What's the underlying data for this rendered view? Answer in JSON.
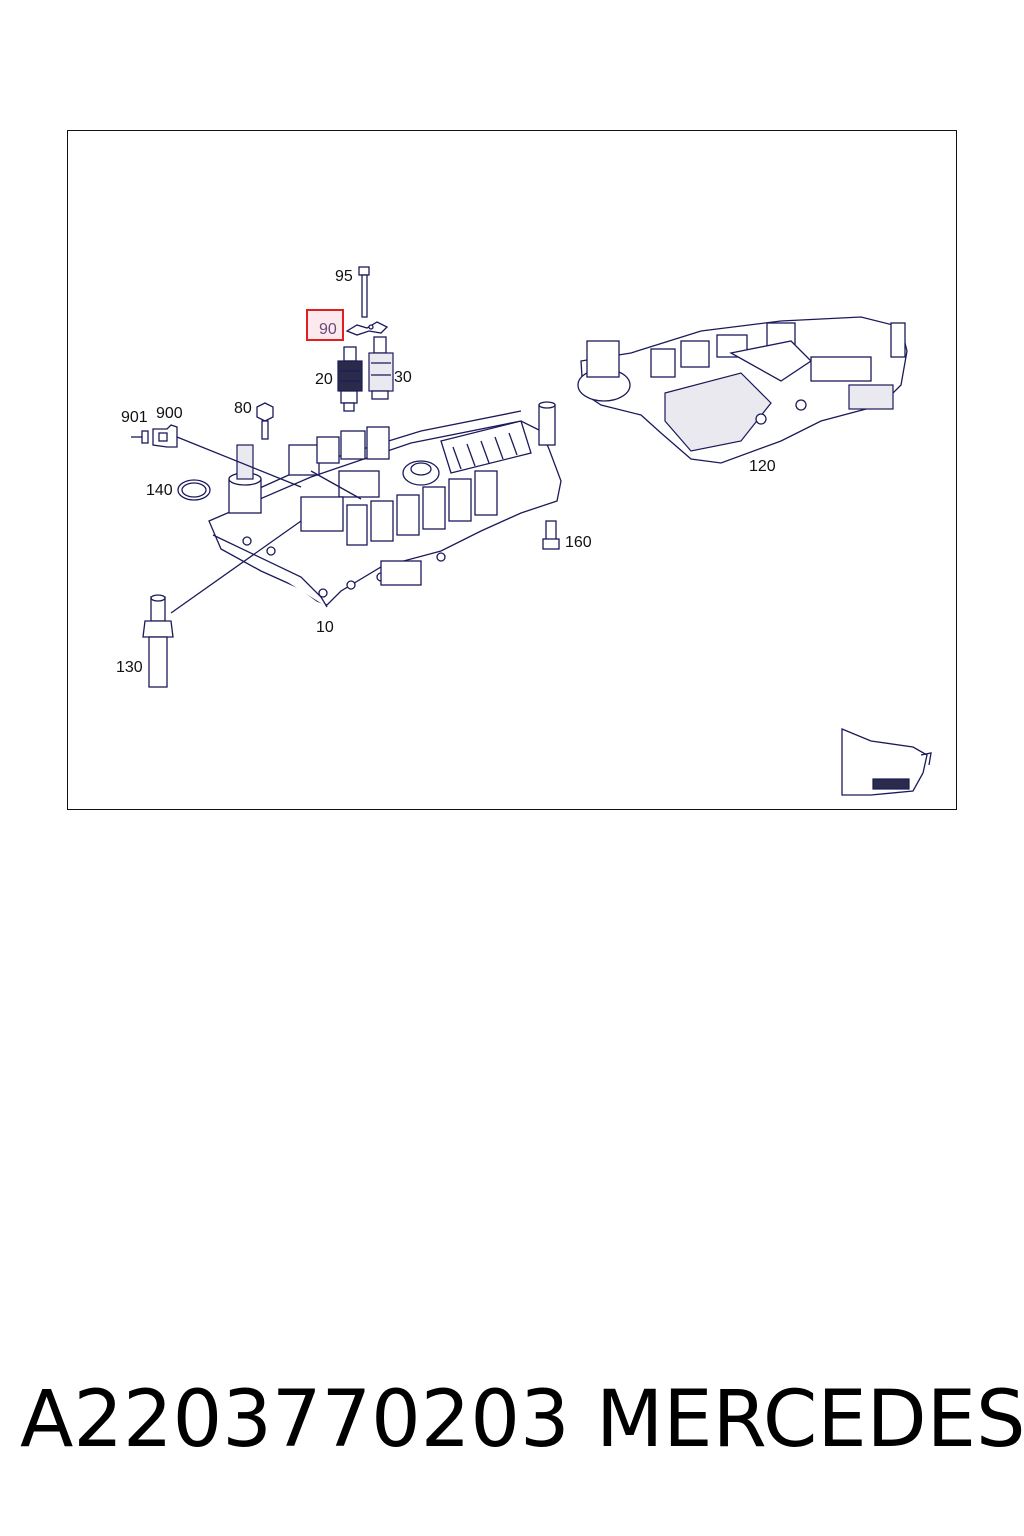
{
  "callouts": {
    "c95": "95",
    "c90": "90",
    "c20": "20",
    "c30": "30",
    "c901": "901",
    "c900": "900",
    "c80": "80",
    "c140": "140",
    "c130": "130",
    "c10": "10",
    "c160": "160",
    "c120": "120"
  },
  "highlighted_callout": "90",
  "highlight_color": "#e02020",
  "caption": {
    "part_number": "A2203770203",
    "brand": "MERCEDES"
  }
}
